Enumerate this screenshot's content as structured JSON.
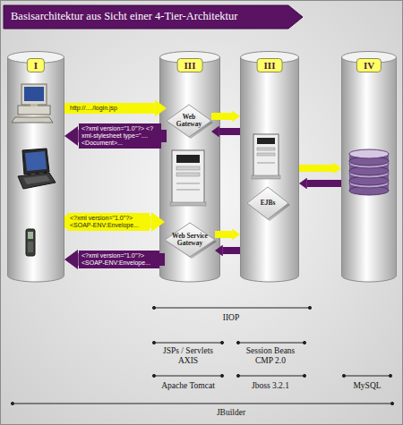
{
  "diagram": {
    "title": "Basisarchitektur aus Sicht einer 4-Tier-Architektur",
    "nodes": [
      {
        "text": [
          "I"
        ]
      },
      {
        "text": [
          "III"
        ]
      },
      {
        "text": [
          "Web Gateway"
        ],
        "in": 1
      },
      {
        "text": [
          "Web Service Gateway"
        ],
        "in": 1
      },
      {
        "text": [
          "III"
        ]
      },
      {
        "text": [
          "EJBs"
        ],
        "in": 4
      },
      {
        "text": [
          "IV"
        ]
      }
    ],
    "edges": [
      {
        "from": 0,
        "to": 2,
        "label": "http://..../login.jsp",
        "arrow": "to"
      },
      {
        "from": 2,
        "to": 0,
        "label": "<?xml version=\"1.0\"?> <?xml-stylesheet type=\".... <Document>...",
        "arrow": "to"
      },
      {
        "from": 2,
        "to": 4,
        "arrow": "to"
      },
      {
        "from": 4,
        "to": 2,
        "arrow": "to"
      },
      {
        "from": 4,
        "to": 6,
        "arrow": "to"
      },
      {
        "from": 6,
        "to": 4,
        "arrow": "to"
      },
      {
        "from": 0,
        "to": 3,
        "label": "<?xml version=\"1.0\"?> <SOAP-ENV:Envelope...",
        "arrow": "to"
      },
      {
        "from": 3,
        "to": 0,
        "label": "<?xml version=\"1.0\"?> <SOAP-ENV:Envelope...",
        "arrow": "to"
      },
      {
        "from": 3,
        "to": 4,
        "arrow": "to"
      },
      {
        "from": 4,
        "to": 3,
        "arrow": "to"
      }
    ],
    "labels": [
      "IIOP",
      "JSPs / Servlets",
      "AXIS",
      "Session Beans",
      "CMP 2.0",
      "Apache Tomcat",
      "Jboss 3.2.1",
      "MySQL",
      "JBuilder"
    ]
  }
}
